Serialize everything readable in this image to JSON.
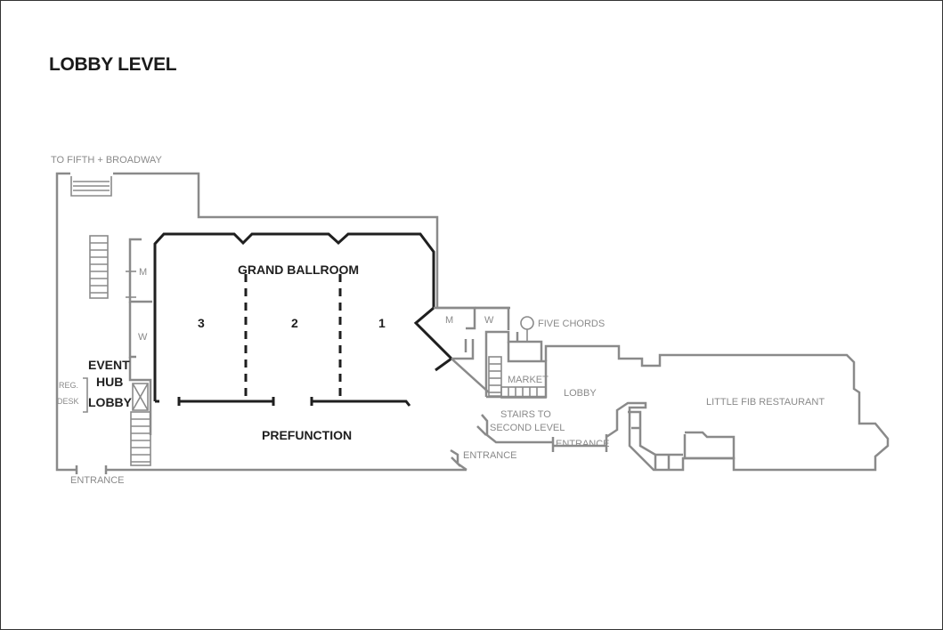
{
  "title": "LOBBY LEVEL",
  "labels": {
    "to_fifth": "TO FIFTH + BROADWAY",
    "grand_ballroom": "GRAND BALLROOM",
    "section_3": "3",
    "section_2": "2",
    "section_1": "1",
    "prefunction": "PREFUNCTION",
    "event": "EVENT",
    "hub": "HUB",
    "lobby_left": "LOBBY",
    "reg": "REG.",
    "desk": "DESK",
    "m_left": "M",
    "w_left": "W",
    "m_right": "M",
    "w_right": "W",
    "five_chords": "FIVE CHORDS",
    "market": "MARKET",
    "lobby_right": "LOBBY",
    "stairs_to": "STAIRS TO",
    "second_level": "SECOND LEVEL",
    "little_fib": "LITTLE FIB RESTAURANT",
    "entrance_left": "ENTRANCE",
    "entrance_center": "ENTRANCE",
    "entrance_right": "ENTRANCE"
  },
  "colors": {
    "wall": "#8a8a8a",
    "ballroom_wall": "#1f1f1f",
    "border": "#333333"
  }
}
